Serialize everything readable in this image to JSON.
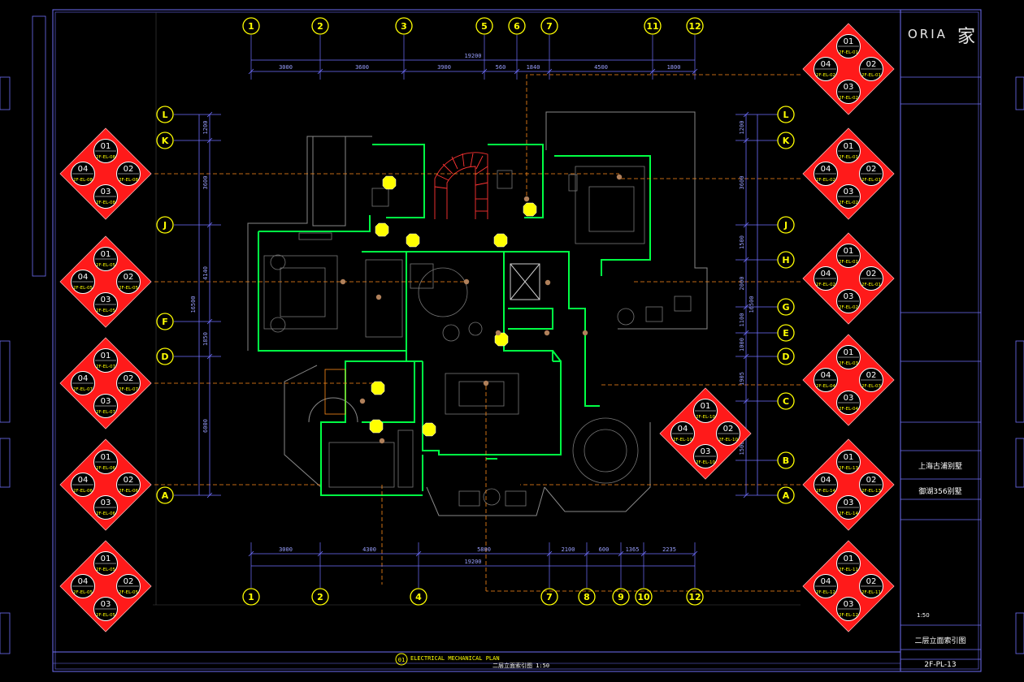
{
  "grid": {
    "top_numbers": [
      "1",
      "2",
      "3",
      "5",
      "6",
      "7",
      "11",
      "12"
    ],
    "bottom_numbers": [
      "1",
      "2",
      "4",
      "7",
      "8",
      "9",
      "10",
      "12"
    ],
    "left_letters": [
      "L",
      "K",
      "J",
      "F",
      "D",
      "A"
    ],
    "right_letters": [
      "L",
      "K",
      "J",
      "H",
      "G",
      "E",
      "D",
      "C",
      "B",
      "A"
    ],
    "top_dims": [
      "3000",
      "3600",
      "3900",
      "560",
      "1840",
      "4500",
      "1800"
    ],
    "top_total": "19200",
    "bottom_dims": [
      "3000",
      "4300",
      "5800",
      "2100",
      "600",
      "1365",
      "2235"
    ],
    "bottom_total": "19200",
    "left_dims": [
      "1200",
      "3600",
      "4140",
      "1850",
      "6000"
    ],
    "left_total": "16500",
    "right_dims": [
      "1200",
      "3600",
      "1500",
      "2000",
      "1100",
      "1000",
      "1905",
      "1500"
    ],
    "right_total": "16500"
  },
  "clusters": [
    {
      "nums": [
        "01",
        "02",
        "03",
        "04"
      ],
      "codes": [
        "2F-EL-08",
        "2F-EL-08",
        "2F-EL-08",
        "2F-EL-08"
      ]
    },
    {
      "nums": [
        "01",
        "02",
        "03",
        "04"
      ],
      "codes": [
        "2F-EL-05",
        "2F-EL-05",
        "2F-EL-05",
        "2F-EL-05"
      ]
    },
    {
      "nums": [
        "01",
        "02",
        "03",
        "04"
      ],
      "codes": [
        "2F-EL-07",
        "2F-EL-07",
        "2F-EL-07",
        "2F-EL-07"
      ]
    },
    {
      "nums": [
        "01",
        "02",
        "03",
        "04"
      ],
      "codes": [
        "2F-EL-06",
        "2F-EL-06",
        "2F-EL-06",
        "2F-EL-06"
      ]
    },
    {
      "nums": [
        "01",
        "02",
        "03",
        "04"
      ],
      "codes": [
        "2F-EL-05",
        "2F-EL-05",
        "2F-EL-05",
        "2F-EL-05"
      ]
    },
    {
      "nums": [
        "01",
        "02",
        "03",
        "04"
      ],
      "codes": [
        "2F-EL-01",
        "2F-EL-01",
        "2F-EL-02",
        "2F-EL-02"
      ]
    },
    {
      "nums": [
        "01",
        "02",
        "03",
        "04"
      ],
      "codes": [
        "2F-EL-01",
        "2F-EL-01",
        "2F-EL-02",
        "2F-EL-02"
      ]
    },
    {
      "nums": [
        "01",
        "02",
        "03",
        "04"
      ],
      "codes": [
        "2F-EL-01",
        "2F-EL-01",
        "2F-EL-02",
        "2F-EL-02"
      ]
    },
    {
      "nums": [
        "01",
        "02",
        "03",
        "04"
      ],
      "codes": [
        "2F-EL-03",
        "2F-EL-03",
        "2F-EL-04",
        "2F-EL-04"
      ]
    },
    {
      "nums": [
        "01",
        "02",
        "03",
        "04"
      ],
      "codes": [
        "2F-EL-10",
        "2F-EL-10",
        "2F-EL-10",
        "2F-EL-10"
      ]
    },
    {
      "nums": [
        "01",
        "02",
        "03",
        "04"
      ],
      "codes": [
        "2F-EL-13",
        "2F-EL-13",
        "2F-EL-14",
        "2F-EL-14"
      ]
    },
    {
      "nums": [
        "01",
        "02",
        "03",
        "04"
      ],
      "codes": [
        "2F-EL-11",
        "2F-EL-11",
        "2F-EL-12",
        "2F-EL-12"
      ]
    }
  ],
  "colors": {
    "background": "#000000",
    "wall": "#00ff44",
    "frame": "#6e6ef5",
    "axis": "#ffff00",
    "dim": "#7070ff",
    "red": "#ff1a1a",
    "leader": "#ff8c1a",
    "furniture": "#777777",
    "stair": "#ff3333"
  },
  "caption": {
    "num": "01",
    "title": "ELECTRICAL MECHANICAL PLAN",
    "subtitle": "二层立面索引图 1:50"
  },
  "title_block": {
    "brand": "ORIA",
    "brand_cn": "家",
    "client": "上海古浦别墅",
    "project": "御湖356别墅",
    "drawing_name": "二层立面索引图",
    "drawing_no": "2F-PL-13",
    "scale": "1:50"
  }
}
